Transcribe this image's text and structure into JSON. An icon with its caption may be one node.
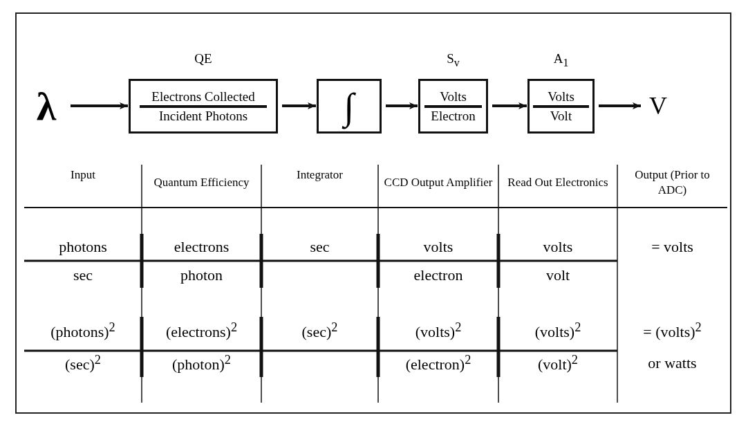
{
  "diagram": {
    "nodes": [
      {
        "text": [
          "λ"
        ]
      },
      {
        "text": [
          "QE",
          "Electrons Collected",
          "Incident Photons"
        ]
      },
      {
        "text": [
          "∫"
        ]
      },
      {
        "text": [
          "S$_{v}$",
          "Volts",
          "Electron"
        ]
      },
      {
        "text": [
          "A$_{1}$",
          "Volts",
          "Volt"
        ]
      },
      {
        "text": [
          "V"
        ]
      }
    ],
    "edges": [
      {
        "from": 0,
        "to": 1,
        "arrow": "to"
      },
      {
        "from": 1,
        "to": 2,
        "arrow": "to"
      },
      {
        "from": 2,
        "to": 3,
        "arrow": "to"
      },
      {
        "from": 3,
        "to": 4,
        "arrow": "to"
      },
      {
        "from": 4,
        "to": 5,
        "arrow": "to"
      }
    ],
    "labels": [
      "Input",
      "Quantum Efficiency",
      "Integrator",
      "CCD Output Amplifier",
      "Read Out Electronics",
      "Output (Prior to ADC)",
      "photons",
      "electrons",
      "sec",
      "volts",
      "volts",
      "= volts",
      "sec",
      "photon",
      "electron",
      "volt",
      "(photons)$^{2}$",
      "(electrons)$^{2}$",
      "(sec)$^{2}$",
      "(volts)$^{2}$",
      "(volts)$^{2}$",
      "= (volts)$^{2}$",
      "(sec)$^{2}$",
      "(photon)$^{2}$",
      "(electron)$^{2}$",
      "(volt)$^{2}$",
      "or watts"
    ]
  }
}
